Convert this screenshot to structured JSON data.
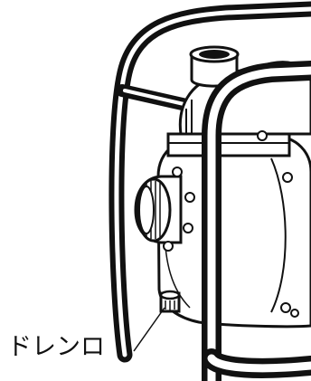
{
  "callout": {
    "drain_label": "ドレンロ"
  },
  "illustration": {
    "subject": "engine-water-pump-with-roll-frame",
    "style": "black-and-white line drawing",
    "colors": {
      "ink": "#111111",
      "paper": "#ffffff"
    }
  }
}
